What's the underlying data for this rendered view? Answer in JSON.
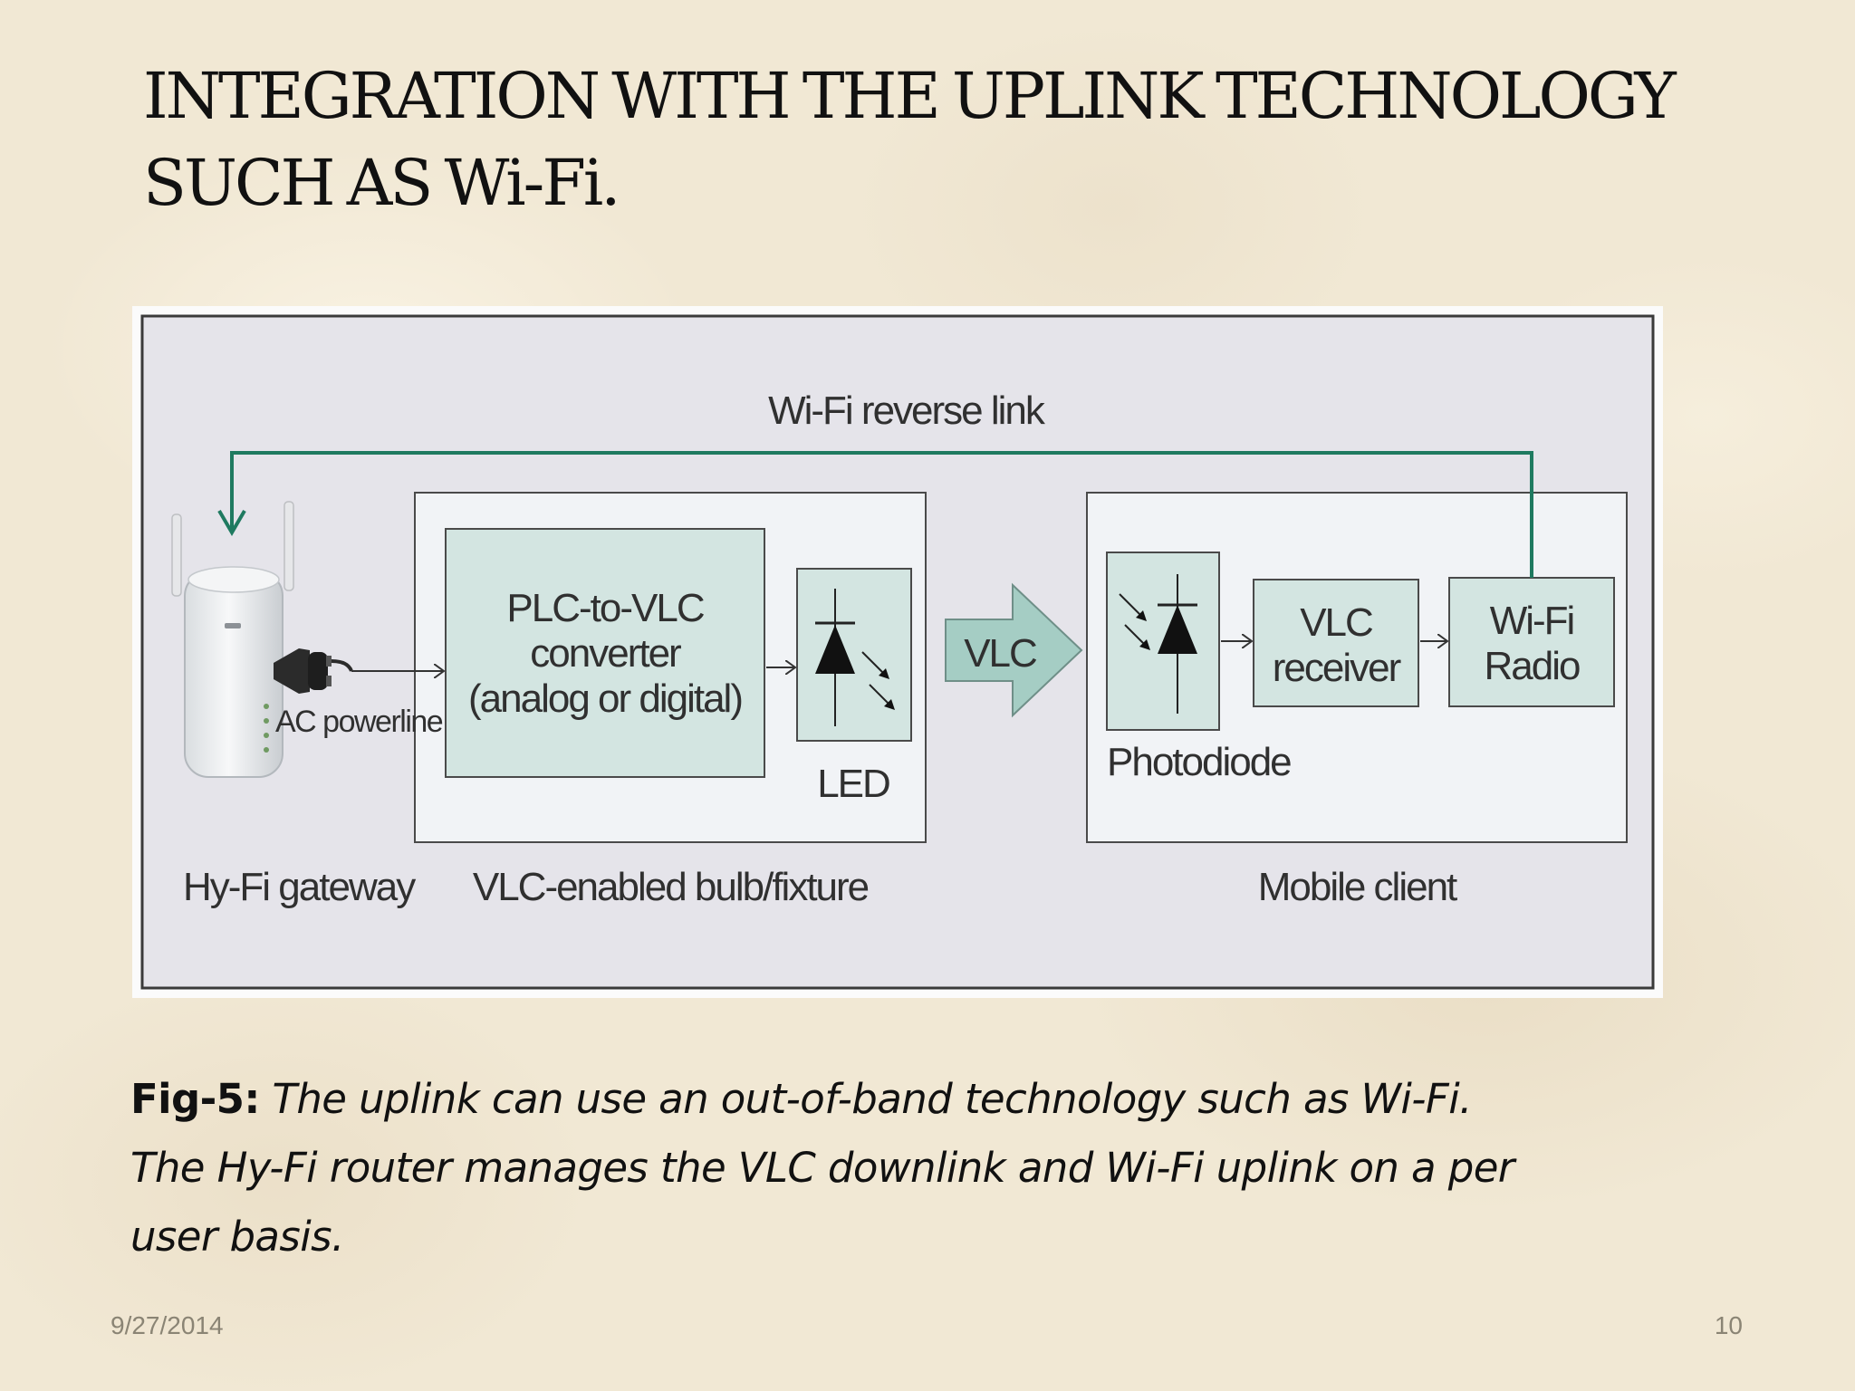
{
  "slide": {
    "title_line1": "INTEGRATION WITH THE UPLINK TECHNOLOGY",
    "title_line2": "SUCH AS Wi-Fi."
  },
  "diagram": {
    "wifi_reverse_link": "Wi-Fi reverse link",
    "ac_powerline": "AC powerline",
    "hyfi_gateway": "Hy-Fi gateway",
    "converter_line1": "PLC-to-VLC",
    "converter_line2": "converter",
    "converter_line3": "(analog or digital)",
    "led": "LED",
    "vlc_arrow": "VLC",
    "bulb_group": "VLC-enabled bulb/fixture",
    "photodiode": "Photodiode",
    "receiver_line1": "VLC",
    "receiver_line2": "receiver",
    "radio_line1": "Wi-Fi",
    "radio_line2": "Radio",
    "client_group": "Mobile client",
    "colors": {
      "panel": "#e5e4ea",
      "box_fill": "#d3e5e1",
      "box_stroke": "#4a4a4a",
      "link_line": "#1f7a60",
      "vlc_arrow": "#a5cdc4"
    }
  },
  "caption": {
    "label": "Fig-5:",
    "text": "The uplink can use an out-of-band technology such as Wi-Fi. The Hy-Fi router manages the VLC downlink and Wi-Fi uplink on a per user basis."
  },
  "footer": {
    "date": "9/27/2014",
    "page": "10"
  }
}
